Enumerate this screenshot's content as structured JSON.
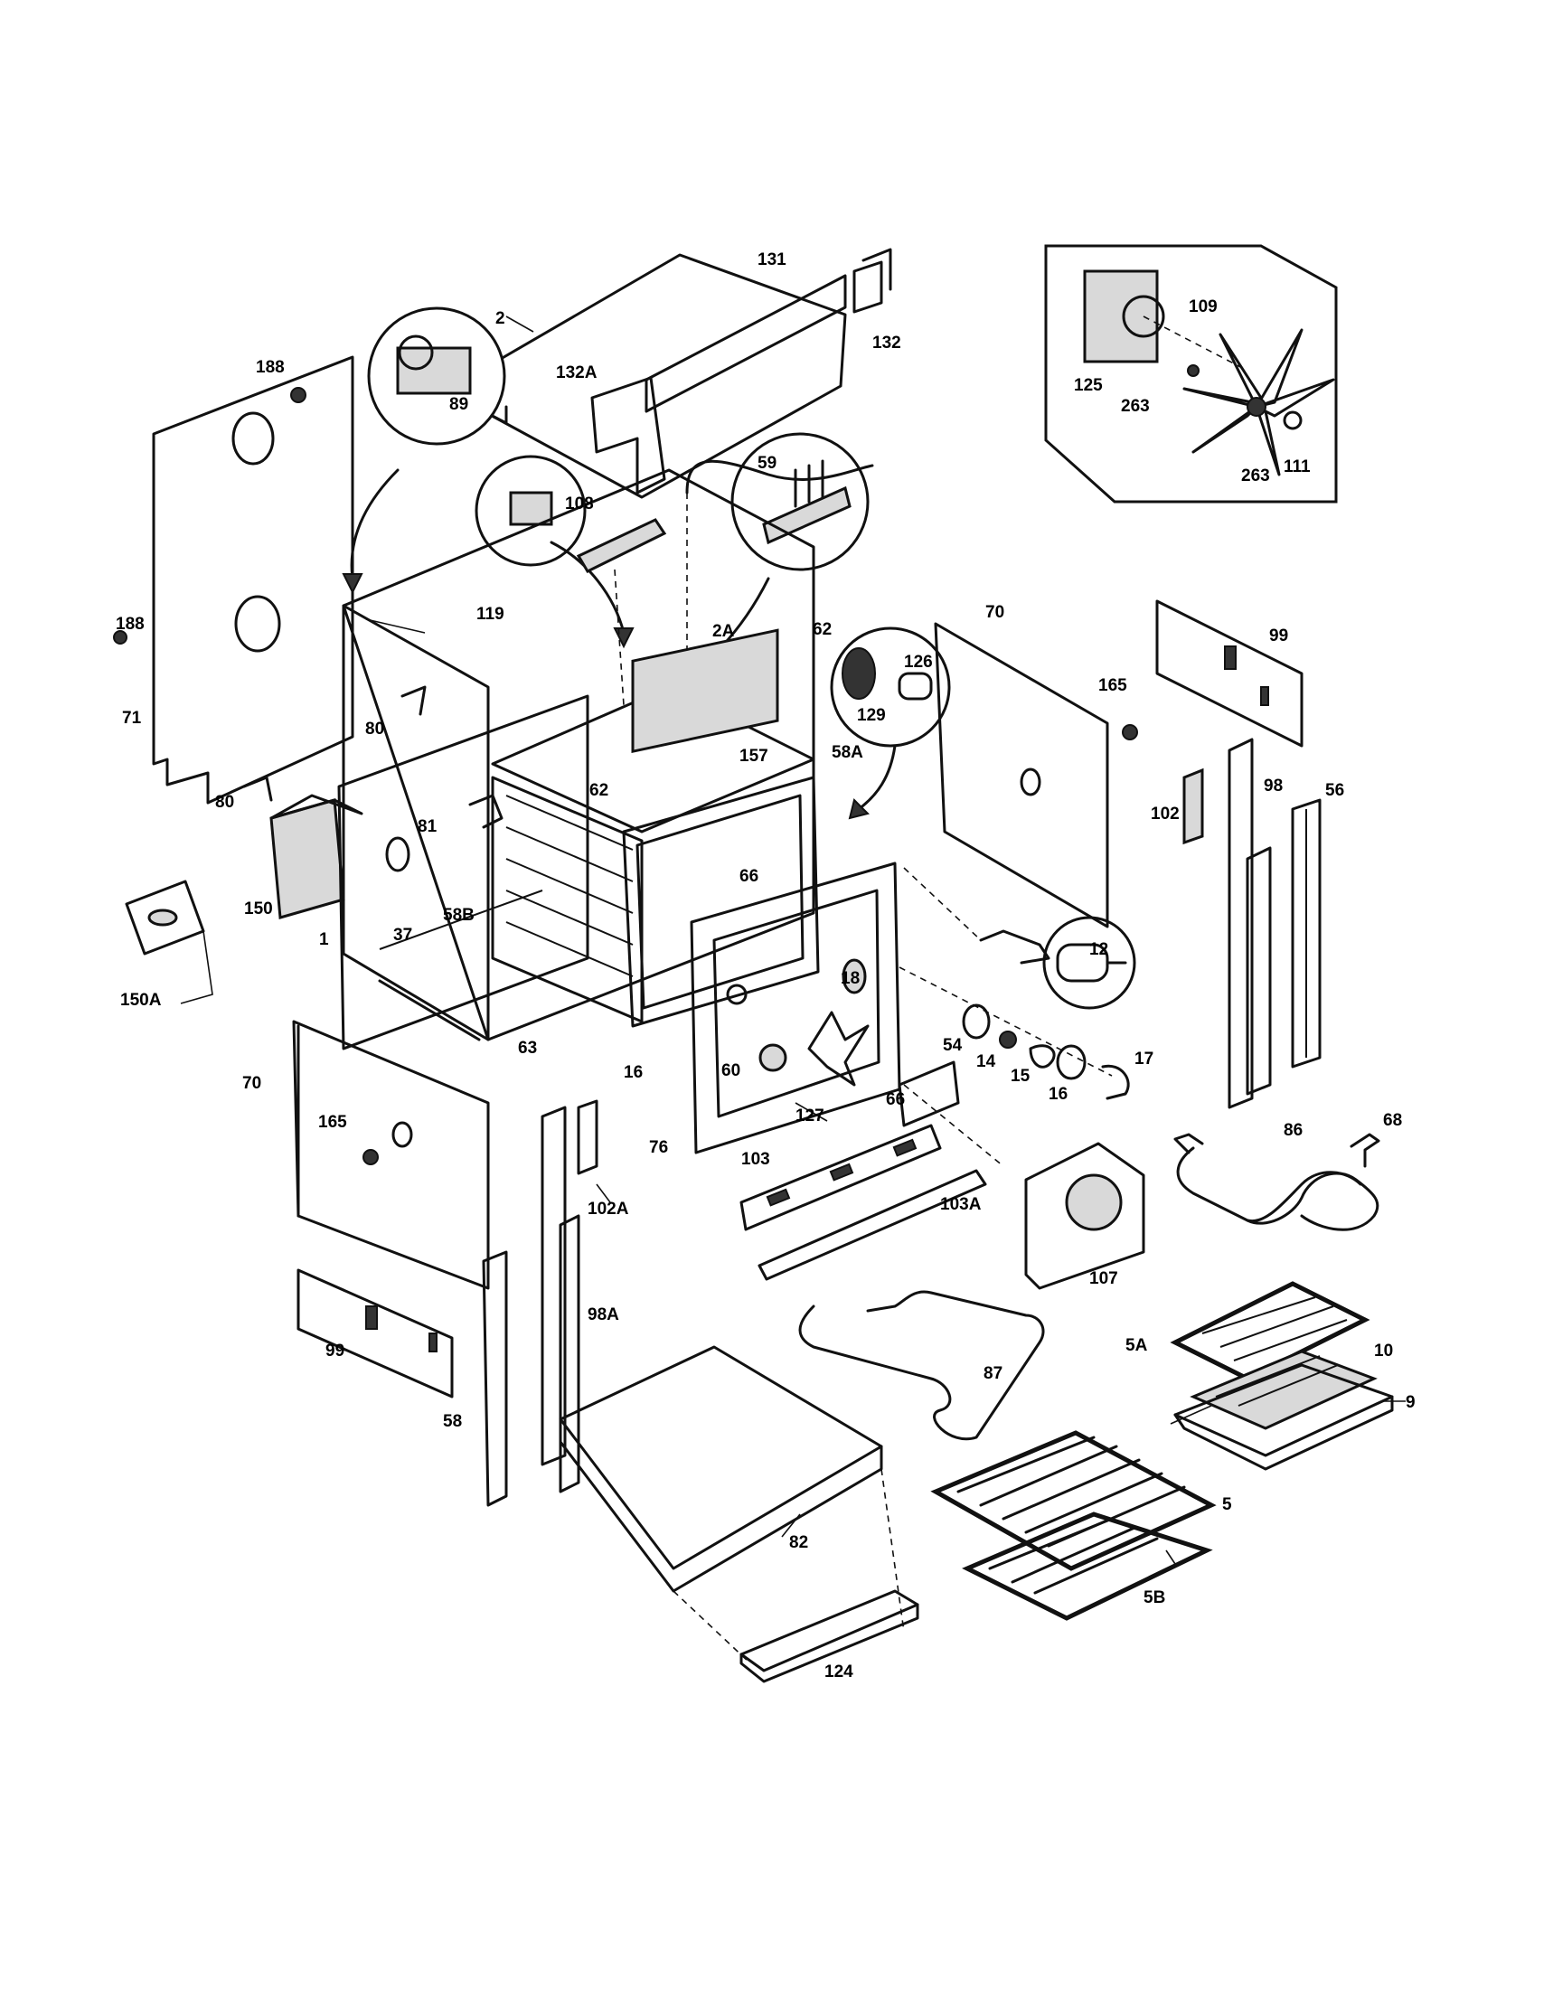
{
  "labels": {
    "l2": "2",
    "l131": "131",
    "l132": "132",
    "l132A": "132A",
    "l59_top": "59",
    "l108": "108",
    "l89": "89",
    "l188a": "188",
    "l188b": "188",
    "l71": "71",
    "l80a": "80",
    "l80b": "80",
    "l119": "119",
    "l2A": "2A",
    "l62a": "62",
    "l62b": "62",
    "l126": "126",
    "l129": "129",
    "l157": "157",
    "l58A": "58A",
    "l70a": "70",
    "l165a": "165",
    "l99a": "99",
    "l98": "98",
    "l102": "102",
    "l56": "56",
    "l81": "81",
    "l150": "150",
    "l150A": "150A",
    "l1": "1",
    "l58B": "58B",
    "l66a": "66",
    "l12": "12",
    "l18": "18",
    "l54": "54",
    "l14": "14",
    "l15": "15",
    "l16a": "16",
    "l17": "17",
    "l37": "37",
    "l70b": "70",
    "l165b": "165",
    "l63": "63",
    "l16b": "16",
    "l60": "60",
    "l127": "127",
    "l76": "76",
    "l66b": "66",
    "l86": "86",
    "l68": "68",
    "l102A": "102A",
    "l103": "103",
    "l103A": "103A",
    "l107": "107",
    "l99b": "99",
    "l98A": "98A",
    "l87": "87",
    "l5A": "5A",
    "l10": "10",
    "l9": "9",
    "l58": "58",
    "l82": "82",
    "l5": "5",
    "l5B": "5B",
    "l124": "124",
    "l125": "125",
    "l109": "109",
    "l263a": "263",
    "l263b": "263",
    "l111": "111"
  }
}
